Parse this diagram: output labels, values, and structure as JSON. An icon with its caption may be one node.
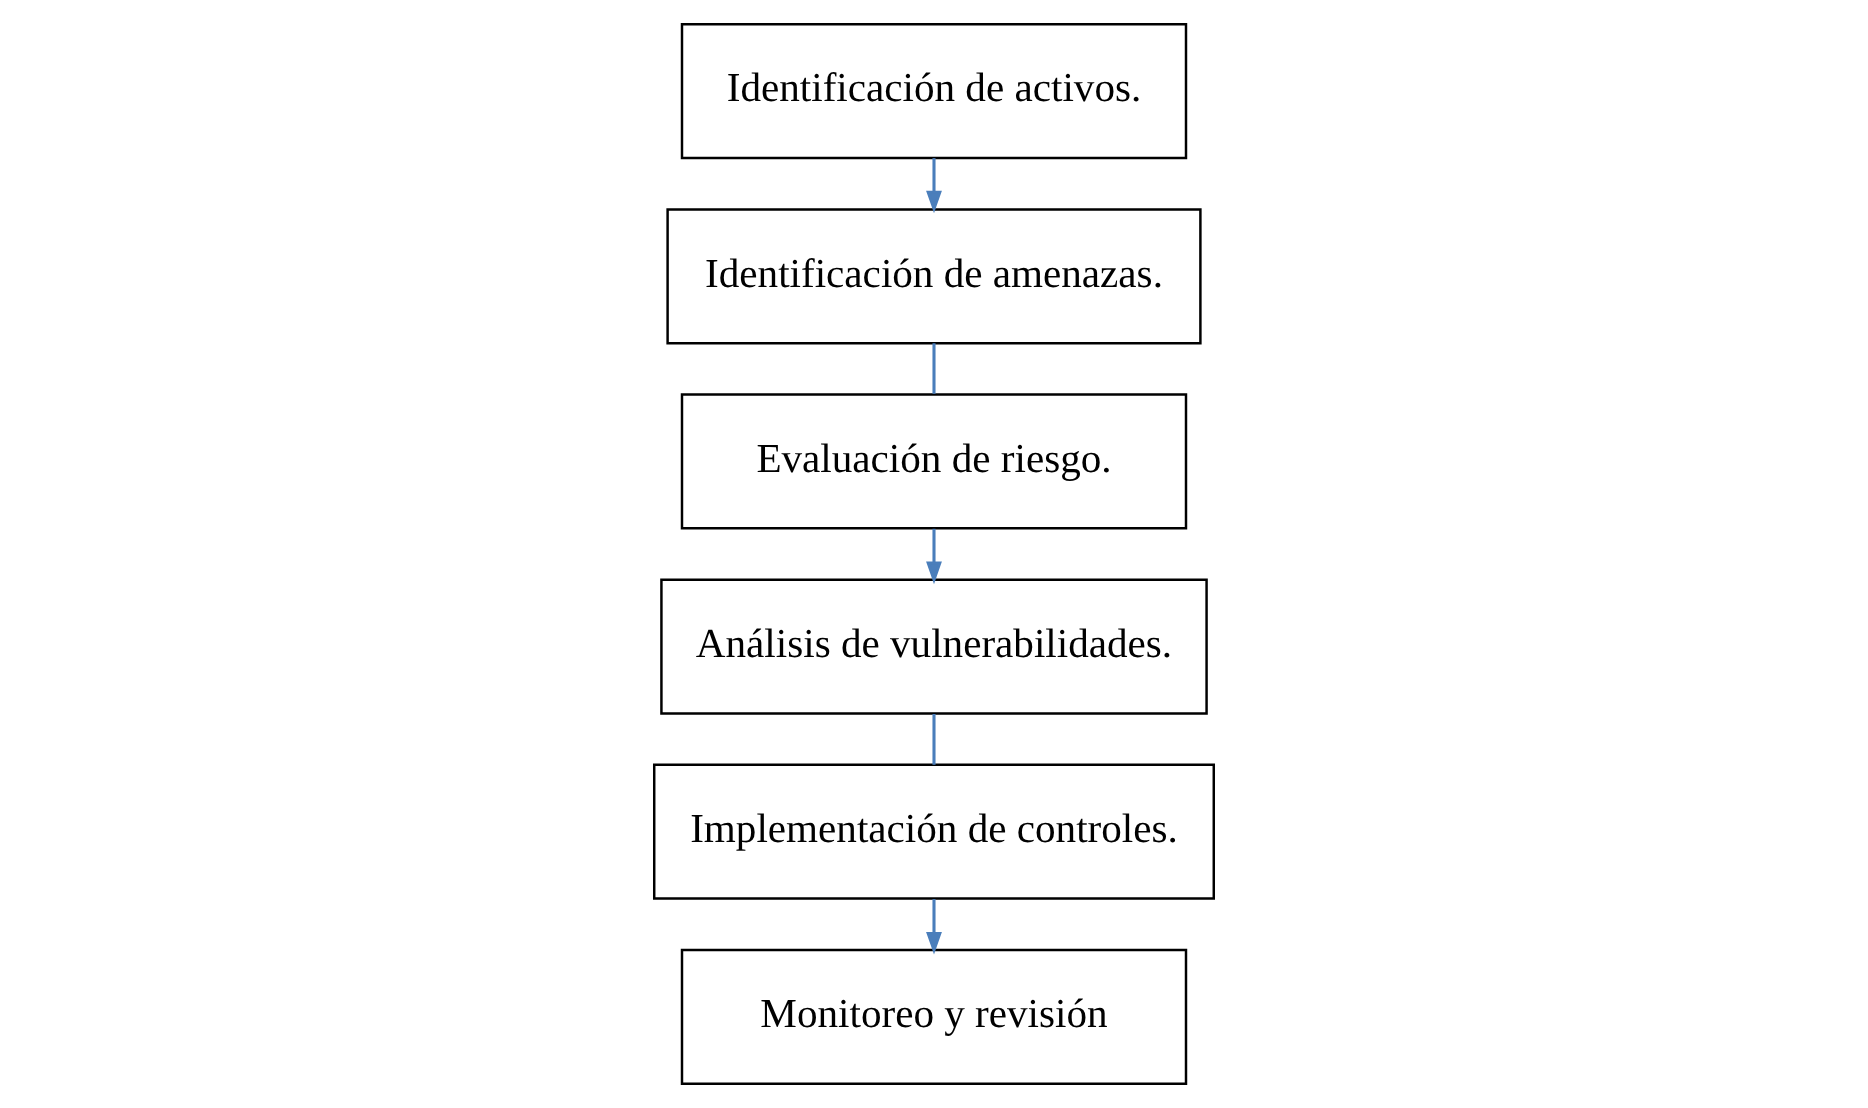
{
  "diagram": {
    "nodes": [
      {
        "text": [
          "Identificación de activos."
        ]
      },
      {
        "text": [
          "Identificación de amenazas."
        ]
      },
      {
        "text": [
          "Evaluación de riesgo."
        ]
      },
      {
        "text": [
          "Análisis de vulnerabilidades."
        ]
      },
      {
        "text": [
          "Implementación de controles."
        ]
      },
      {
        "text": [
          "Monitoreo y revisión"
        ]
      }
    ],
    "edges": [
      {
        "from": 0,
        "to": 1,
        "arrow": "to"
      },
      {
        "from": 1,
        "to": 2,
        "arrow": "none"
      },
      {
        "from": 2,
        "to": 3,
        "arrow": "to"
      },
      {
        "from": 3,
        "to": 4,
        "arrow": "none"
      },
      {
        "from": 4,
        "to": 5,
        "arrow": "to"
      }
    ]
  }
}
